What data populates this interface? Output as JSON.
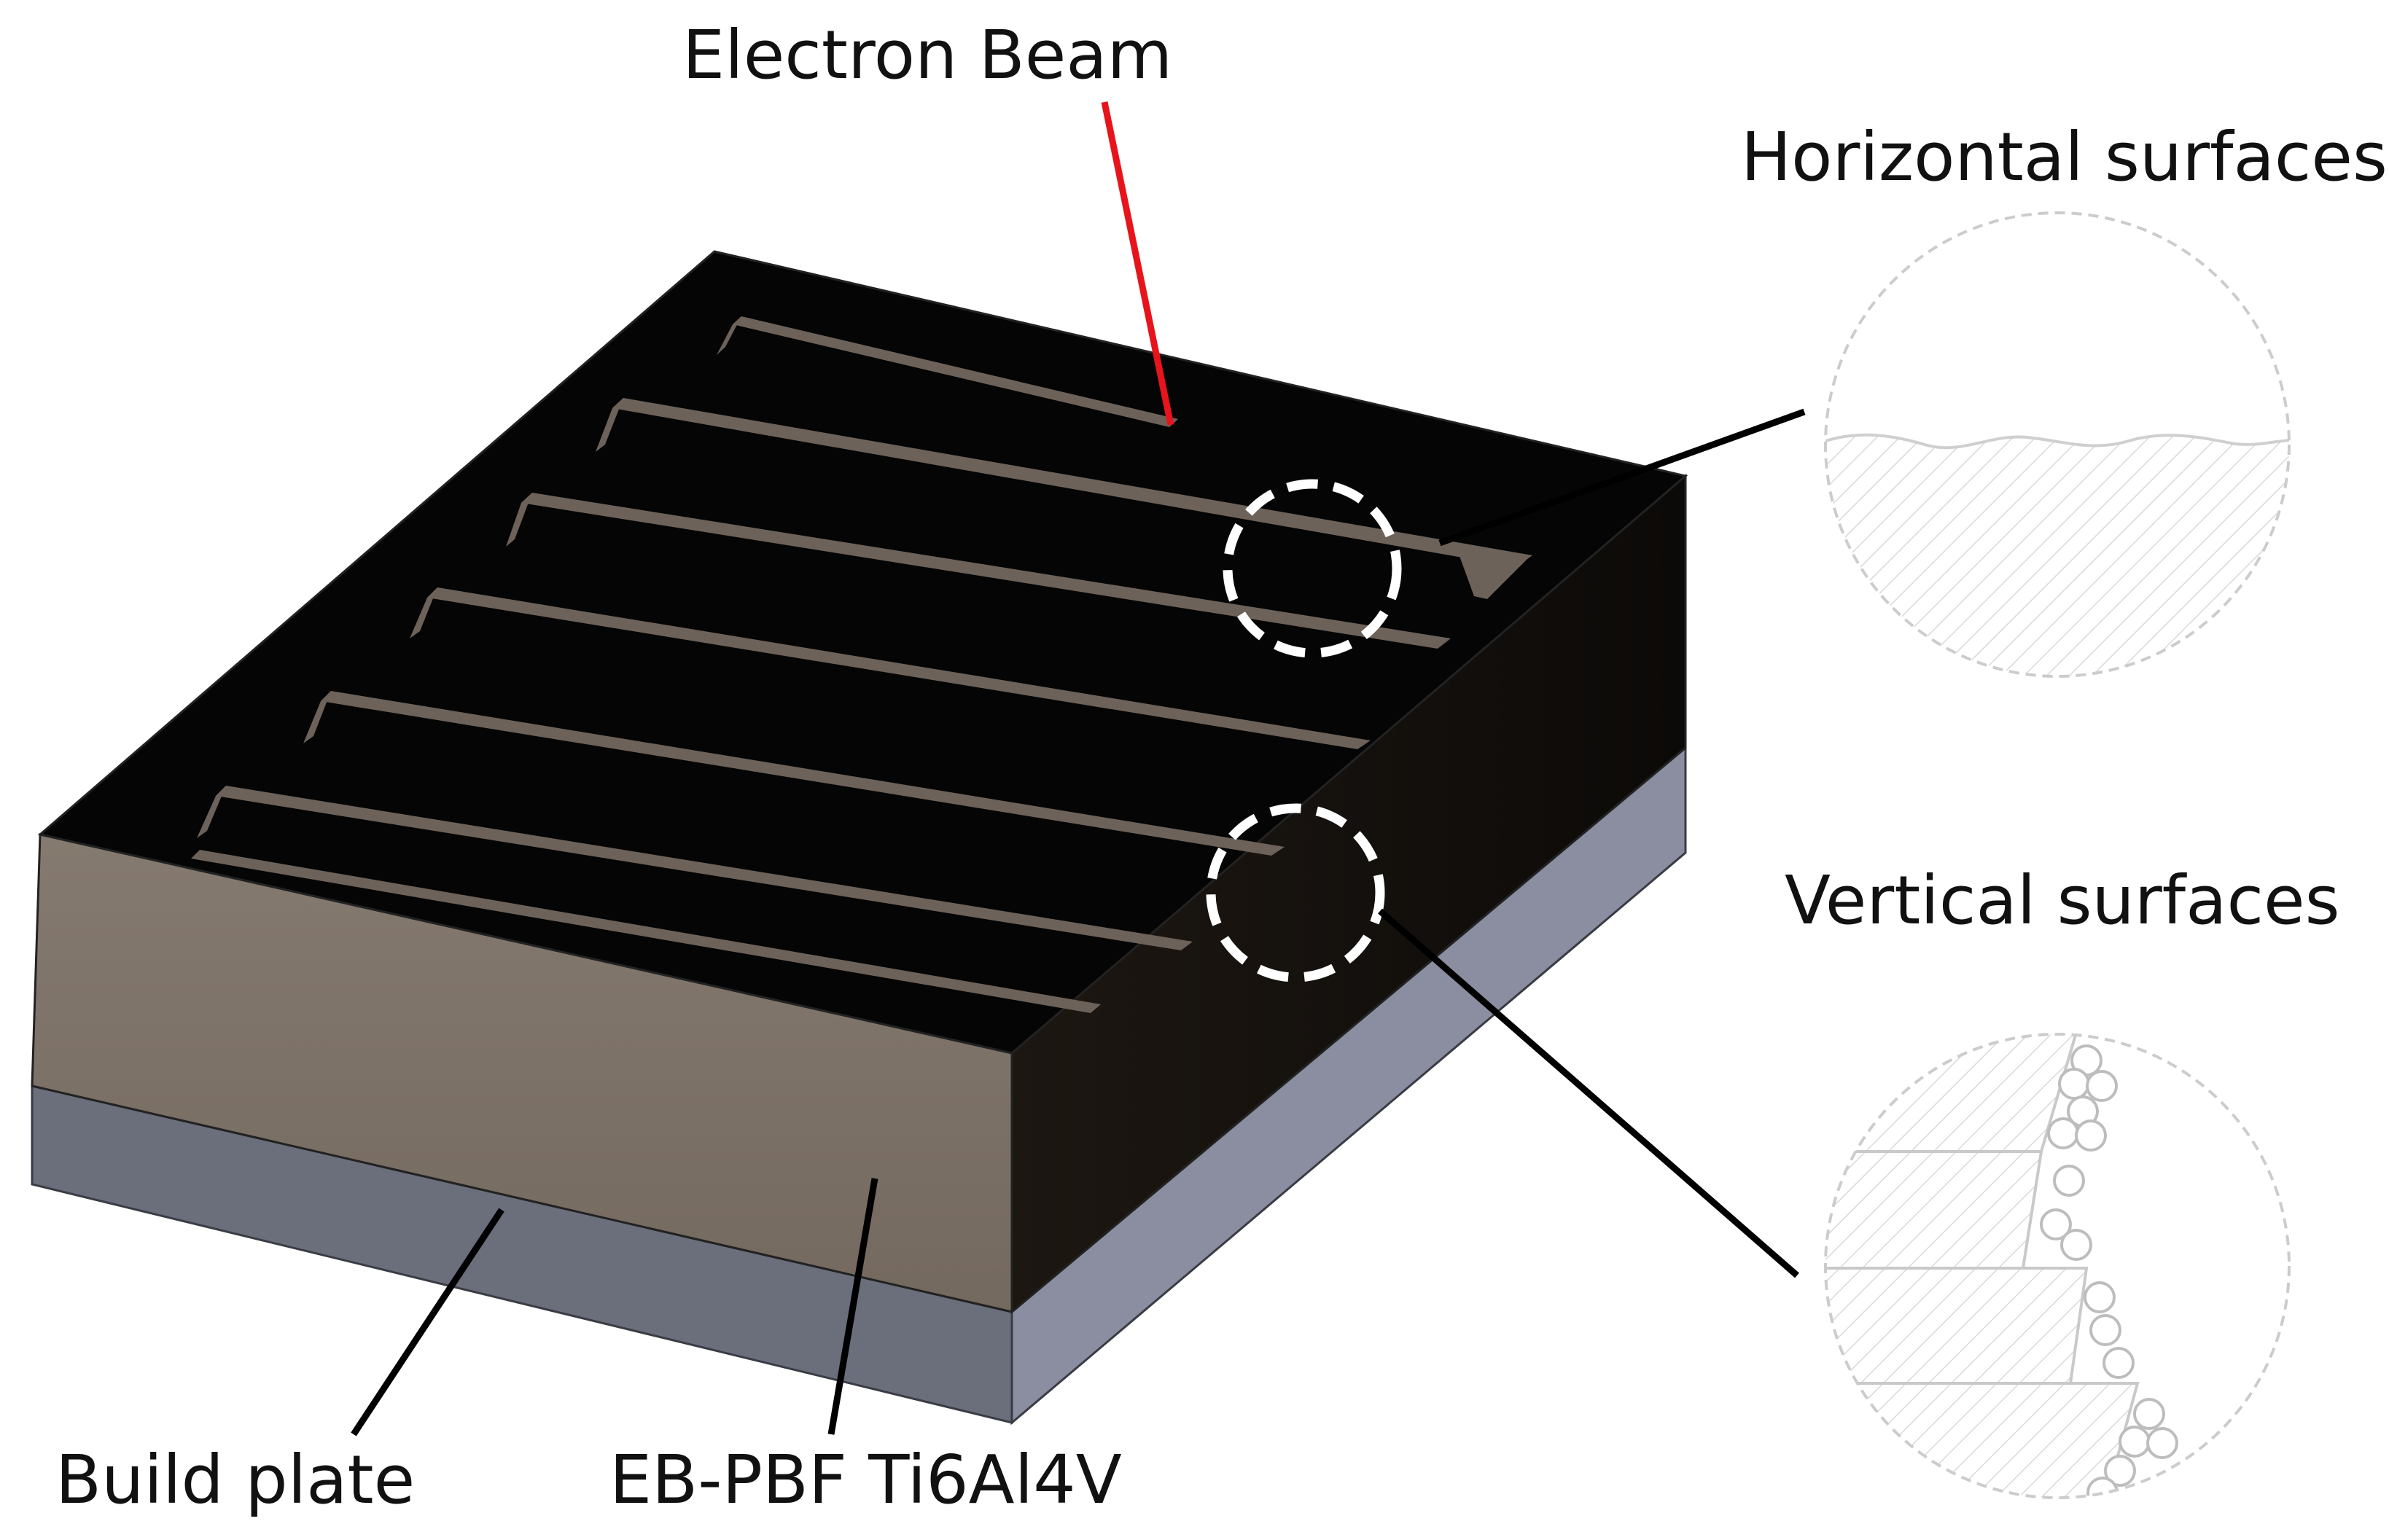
{
  "labels": {
    "electron_beam": "Electron Beam",
    "horizontal_surfaces": "Horizontal surfaces",
    "vertical_surfaces": "Vertical surfaces",
    "build_plate": "Build plate",
    "material": "EB-PBF Ti6Al4V"
  },
  "colors": {
    "beam": "#e8141b",
    "block_top": "#050505",
    "block_front": "#7e7368",
    "block_side": "#15110e",
    "plate_front": "#6b6e7b",
    "plate_side": "#8a8ea0",
    "track": "#6d625a",
    "callout_line": "#000000",
    "zoom_outline": "#cccccc",
    "hatch": "#d7d7d7"
  }
}
